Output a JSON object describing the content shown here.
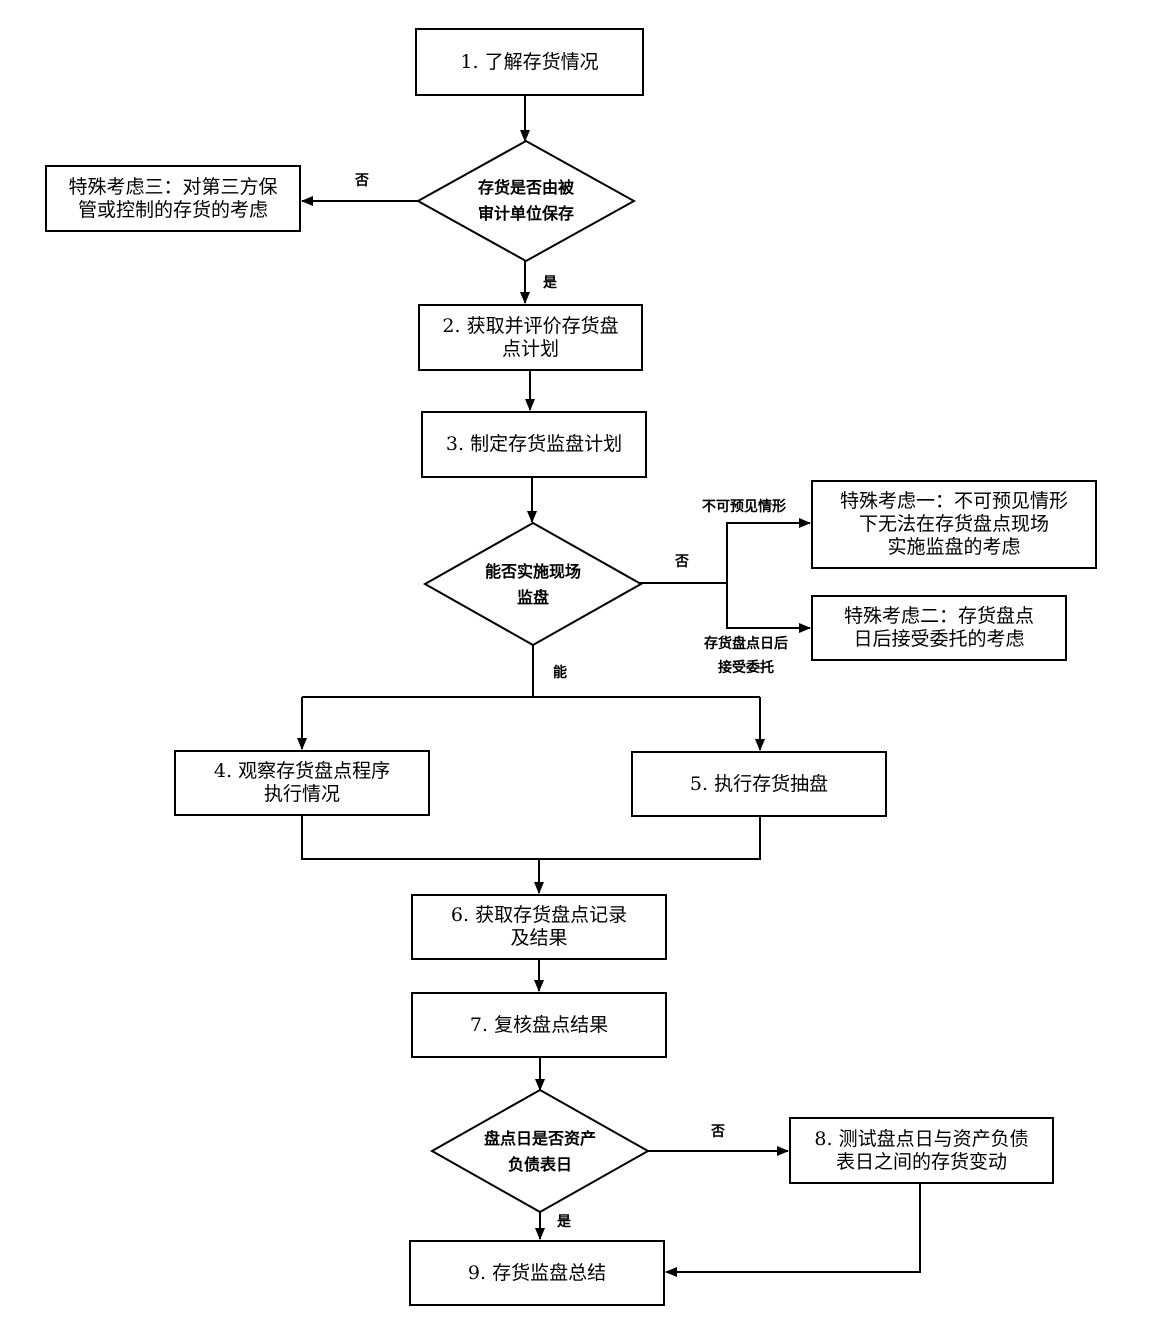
{
  "nodes": {
    "step1": "1. 了解存货情况",
    "special3": "特殊考虑三：对第三方保\n管或控制的存货的考虑",
    "decision_held": "存货是否由被\n审计单位保存",
    "step2": "2. 获取并评价存货盘\n点计划",
    "step3": "3. 制定存货监盘计划",
    "decision_onsite": "能否实施现场\n监盘",
    "special1": "特殊考虑一：不可预见情形\n下无法在存货盘点现场\n实施监盘的考虑",
    "special2": "特殊考虑二：存货盘点\n日后接受委托的考虑",
    "step4": "4. 观察存货盘点程序\n执行情况",
    "step5": "5. 执行存货抽盘",
    "step6": "6. 获取存货盘点记录\n及结果",
    "step7": "7. 复核盘点结果",
    "decision_date": "盘点日是否资产\n负债表日",
    "step8": "8. 测试盘点日与资产负债\n表日之间的存货变动",
    "step9": "9. 存货监盘总结"
  },
  "edge_labels": {
    "held_no": "否",
    "held_yes": "是",
    "onsite_no": "否",
    "onsite_unforeseen": "不可预见情形",
    "onsite_after_date": "存货盘点日后\n接受委托",
    "onsite_yes": "能",
    "date_no": "否",
    "date_yes": "是"
  }
}
